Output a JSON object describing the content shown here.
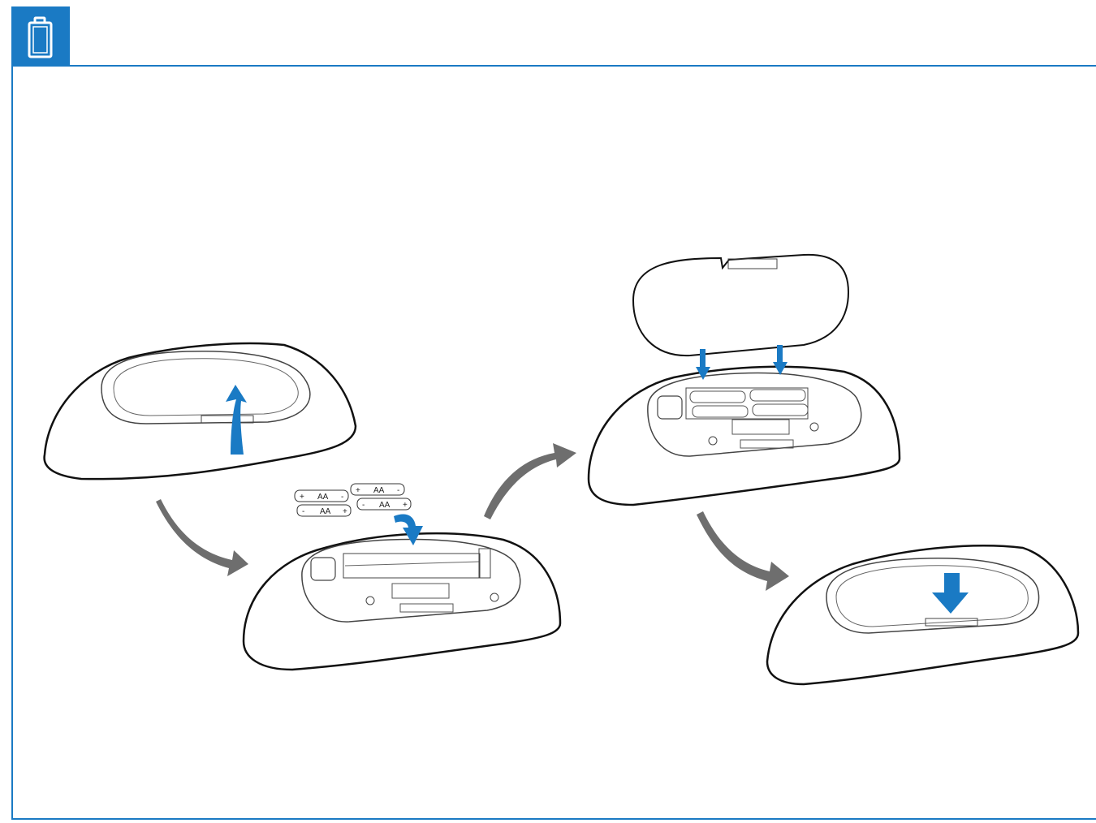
{
  "header": {
    "icon": "battery-icon",
    "accent_color": "#1a7ac4"
  },
  "illustration": {
    "arrow_colors": {
      "lift_and_insert": "#1a7ac4",
      "sequence": "#6e6e6e"
    },
    "batteries": [
      {
        "label": "AA",
        "plus": "+",
        "minus": "-"
      },
      {
        "label": "AA",
        "plus": "+",
        "minus": "-"
      },
      {
        "label": "AA",
        "plus": "+",
        "minus": "-"
      },
      {
        "label": "AA",
        "plus": "+",
        "minus": "-"
      }
    ]
  }
}
